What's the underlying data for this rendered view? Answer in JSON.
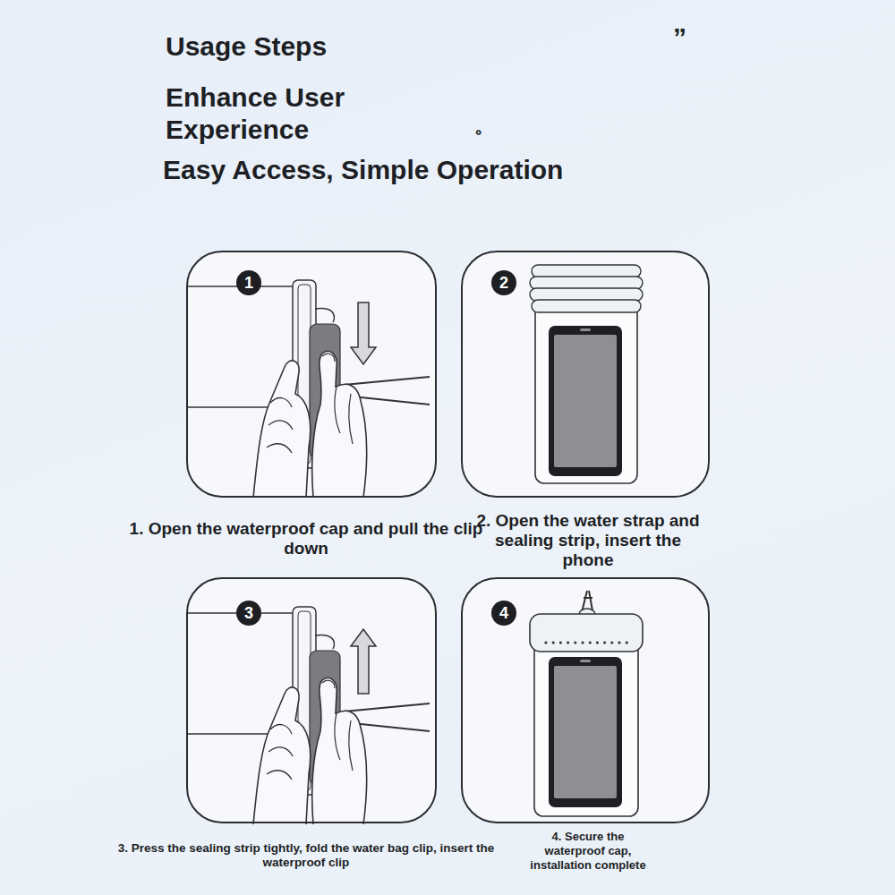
{
  "diagram": {
    "title": "Usage Steps",
    "nodes": [
      {
        "text": [
          "1. Open the waterproof cap and pull the clip down"
        ]
      },
      {
        "text": [
          "1"
        ],
        "in": 0
      },
      {
        "text": [
          "2. Open the water strap and sealing strip, insert the phone"
        ]
      },
      {
        "text": [
          "2"
        ],
        "in": 2
      },
      {
        "text": [
          "3. Press the sealing strip tightly, fold the water bag clip, insert the waterproof clip"
        ]
      },
      {
        "text": [
          "3"
        ],
        "in": 4
      },
      {
        "text": [
          "4. Secure the waterproof cap, installation complete"
        ]
      },
      {
        "text": [
          "4"
        ],
        "in": 6
      }
    ],
    "labels": [
      "Enhance User Experience",
      "Easy Access, Simple Operation",
      "”",
      "。"
    ]
  }
}
